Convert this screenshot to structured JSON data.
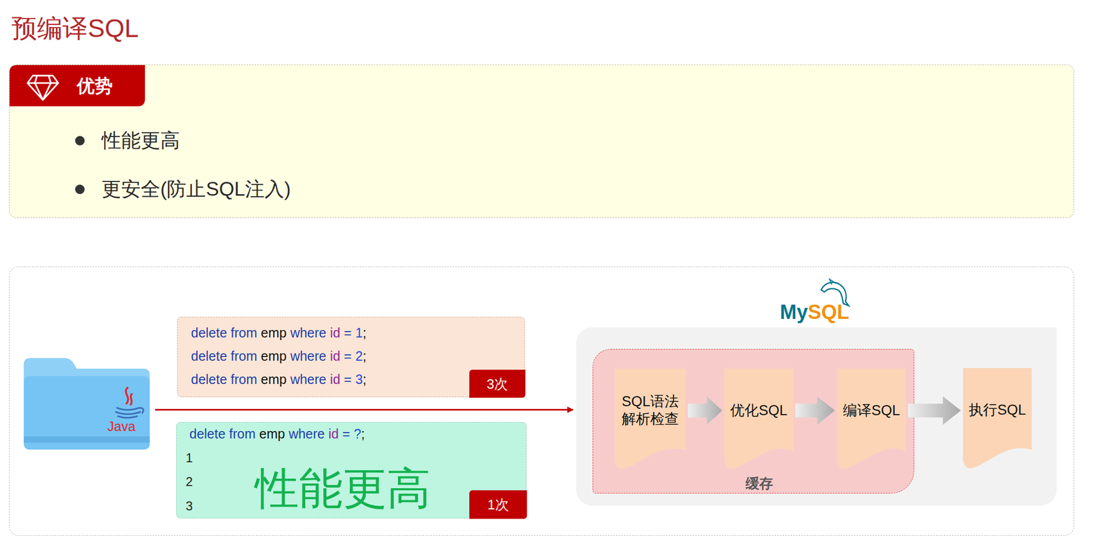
{
  "diagram": {
    "title": "预编译SQL",
    "nodes": [
      {
        "text": [
          "优势",
          "性能更高",
          "更安全(防止SQL注入)"
        ]
      },
      {
        "text": [
          "Java"
        ]
      },
      {
        "text": [
          "delete from emp where id = 1;",
          "delete from emp where id = 2;",
          "delete from emp where id = 3;"
        ]
      },
      {
        "text": [
          "3次"
        ],
        "in": 2
      },
      {
        "text": [
          "delete from emp where id = ?;",
          "1",
          "2",
          "3",
          "性能更高"
        ]
      },
      {
        "text": [
          "1次"
        ],
        "in": 4
      },
      {
        "text": [
          "MySQL"
        ]
      },
      {
        "text": [
          "缓存"
        ],
        "in": 6
      },
      {
        "text": [
          "SQL语法 解析检查"
        ],
        "in": 7
      },
      {
        "text": [
          "优化SQL"
        ],
        "in": 7
      },
      {
        "text": [
          "编译SQL"
        ],
        "in": 7
      },
      {
        "text": [
          "执行SQL"
        ],
        "in": 6
      }
    ],
    "edges": [
      {
        "from": 1,
        "to": 6,
        "arrow": "to"
      },
      {
        "from": 8,
        "to": 9,
        "arrow": "to"
      },
      {
        "from": 9,
        "to": 10,
        "arrow": "to"
      },
      {
        "from": 10,
        "to": 11,
        "arrow": "to"
      }
    ]
  }
}
